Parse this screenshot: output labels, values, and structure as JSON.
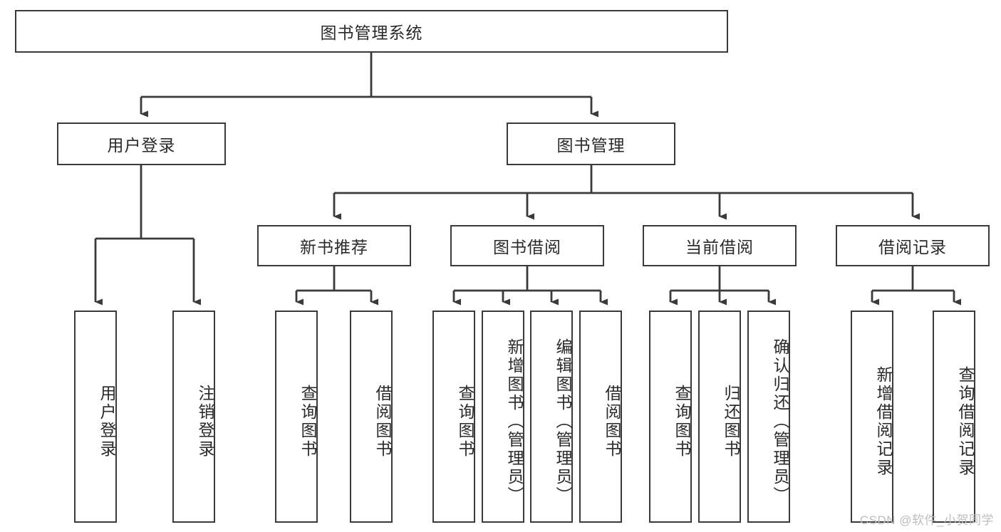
{
  "diagram": {
    "title": "图书管理系统",
    "type": "tree",
    "watermark": "CSDN @软件_小贺同学",
    "colors": {
      "stroke": "#3a3a3a",
      "fill": "#ffffff",
      "text": "#2a2a2a",
      "watermark": "#bdbdbd"
    },
    "root": {
      "label": "图书管理系统"
    },
    "level2": [
      {
        "label": "用户登录"
      },
      {
        "label": "图书管理"
      }
    ],
    "level3": [
      {
        "label": "新书推荐"
      },
      {
        "label": "图书借阅"
      },
      {
        "label": "当前借阅"
      },
      {
        "label": "借阅记录"
      }
    ],
    "leaves": {
      "user_login": [
        {
          "label": "用户登录"
        },
        {
          "label": "注销登录"
        }
      ],
      "new_book_recommend": [
        {
          "label": "查询图书"
        },
        {
          "label": "借阅图书"
        }
      ],
      "book_borrow": [
        {
          "label": "查询图书"
        },
        {
          "label": "新增图书（管理员）"
        },
        {
          "label": "编辑图书（管理员）"
        },
        {
          "label": "借阅图书"
        }
      ],
      "current_borrow": [
        {
          "label": "查询图书"
        },
        {
          "label": "归还图书"
        },
        {
          "label": "确认归还（管理员）"
        }
      ],
      "borrow_record": [
        {
          "label": "新增借阅记录"
        },
        {
          "label": "查询借阅记录"
        }
      ]
    }
  }
}
